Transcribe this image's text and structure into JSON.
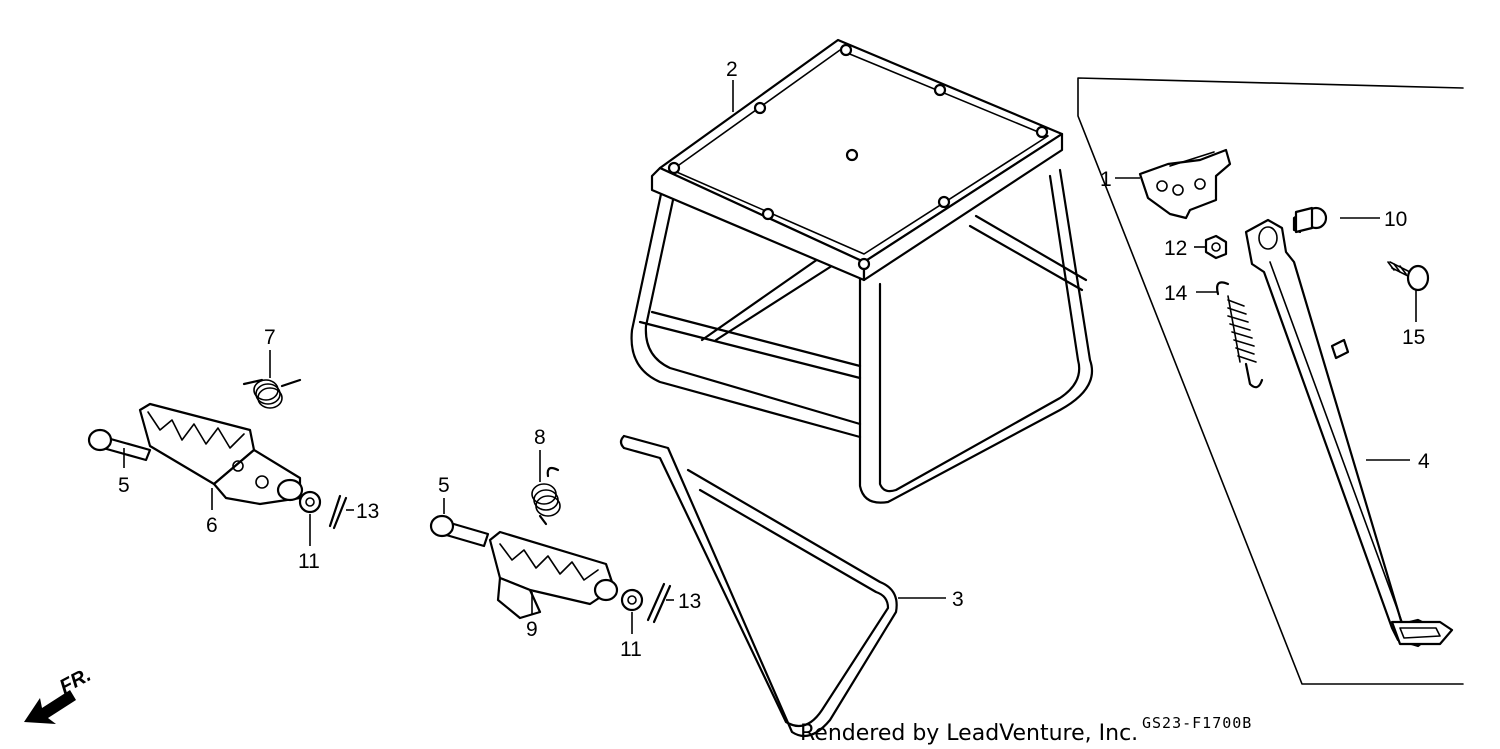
{
  "diagram": {
    "credit": "Rendered by LeadVenture, Inc.",
    "code": "GS23-F1700B",
    "front_marker": "FR.",
    "callouts": {
      "c1": "1",
      "c2": "2",
      "c3": "3",
      "c4": "4",
      "c5a": "5",
      "c5b": "5",
      "c6": "6",
      "c7": "7",
      "c8": "8",
      "c9": "9",
      "c10": "10",
      "c11a": "11",
      "c11b": "11",
      "c12": "12",
      "c13a": "13",
      "c13b": "13",
      "c14": "14",
      "c15": "15"
    }
  }
}
